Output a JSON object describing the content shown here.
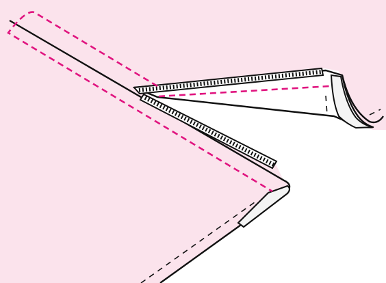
{
  "colors": {
    "fabric": "#fbe3ec",
    "facing_underside": "#f4f4f4",
    "outline": "#111111",
    "guide_stitching": "#e0147f",
    "tape_fill": "#ffffff"
  },
  "parts": {
    "main_fabric": "fabric-panel",
    "lower_fabric": "lower-fabric-panel",
    "folded_flap": "folded-flap",
    "lower_fold": "lower-fold",
    "zip_tape_upper": "zip-tape",
    "zip_tape_lower": "zip-tape",
    "guide_line": "magenta-dashed-guide"
  }
}
